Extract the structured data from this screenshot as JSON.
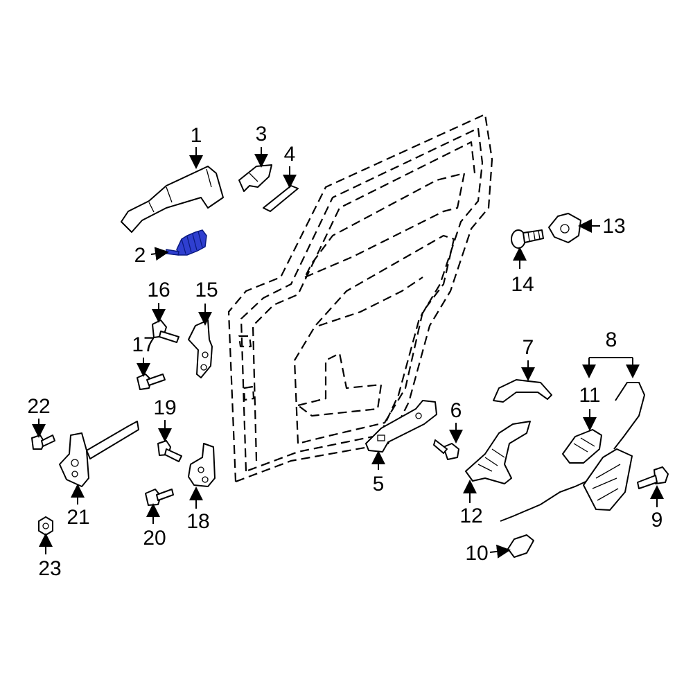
{
  "callouts": [
    "1",
    "2",
    "3",
    "4",
    "5",
    "6",
    "7",
    "8",
    "9",
    "10",
    "11",
    "12",
    "13",
    "14",
    "15",
    "16",
    "17",
    "18",
    "19",
    "20",
    "21",
    "22",
    "23"
  ],
  "colors": {
    "highlight": "#2f3fd0",
    "line": "#000000",
    "background": "#ffffff"
  }
}
